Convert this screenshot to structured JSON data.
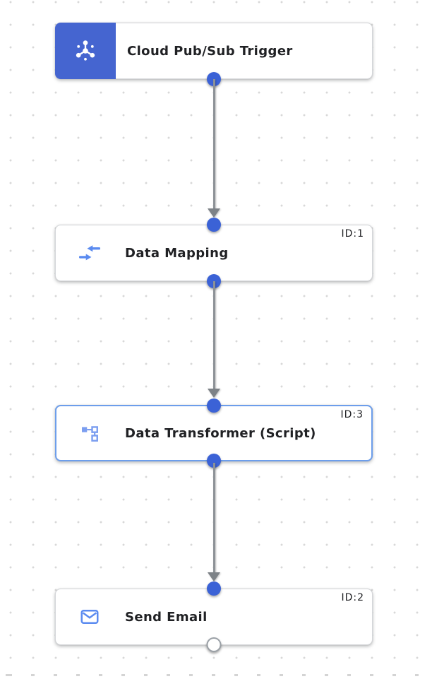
{
  "canvas": {
    "type": "integration-workflow-editor",
    "background": "#ffffff",
    "grid_dot_color": "#d8d8d8"
  },
  "colors": {
    "trigger_block_blue": "#4565d0",
    "port_connected_blue": "#3b62d6",
    "port_unconnected_fill": "#ffffff",
    "port_unconnected_border": "#9aa0a6",
    "selected_node_border": "#6d9eeb",
    "connector_gray": "#8d9297",
    "node_border_gray": "#d5d7da",
    "icon_blue": "#5b8bf0",
    "title_text": "#202124"
  },
  "nodes": [
    {
      "label": "Cloud Pub/Sub Trigger",
      "id_label": "",
      "type": "trigger",
      "icon": "cloud-pubsub-icon",
      "selected": false
    },
    {
      "label": "Data Mapping",
      "id_label": "ID:1",
      "type": "task",
      "icon": "data-mapping-icon",
      "selected": false
    },
    {
      "label": "Data Transformer (Script)",
      "id_label": "ID:3",
      "type": "task",
      "icon": "data-transformer-icon",
      "selected": true
    },
    {
      "label": "Send Email",
      "id_label": "ID:2",
      "type": "task",
      "icon": "send-email-icon",
      "selected": false
    }
  ],
  "edges": [
    {
      "from": "Cloud Pub/Sub Trigger",
      "to": "Data Mapping"
    },
    {
      "from": "Data Mapping",
      "to": "Data Transformer (Script)"
    },
    {
      "from": "Data Transformer (Script)",
      "to": "Send Email"
    }
  ]
}
